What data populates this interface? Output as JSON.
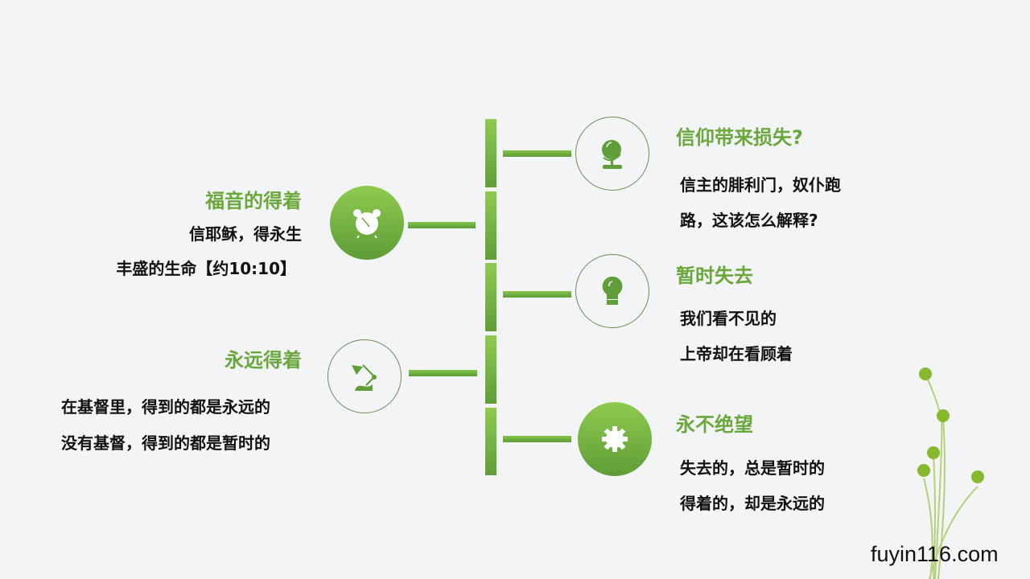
{
  "left": [
    {
      "title": "福音的得着",
      "lines": [
        "信耶稣，得永生",
        "丰盛的生命【约10:10】"
      ],
      "icon": "alarm-clock-icon"
    },
    {
      "title": "永远得着",
      "lines": [
        "在基督里，得到的都是永远的",
        "没有基督，得到的都是暂时的"
      ],
      "icon": "desk-lamp-icon"
    }
  ],
  "right": [
    {
      "title": "信仰带来损失?",
      "lines": [
        "信主的腓利门，奴仆跑",
        "路，这该怎么解释?"
      ],
      "icon": "globe-icon"
    },
    {
      "title": "暂时失去",
      "lines": [
        "我们看不见的",
        "上帝却在看顾着"
      ],
      "icon": "lightbulb-icon"
    },
    {
      "title": "永不绝望",
      "lines": [
        "失去的，总是暂时的",
        "得着的，却是永远的"
      ],
      "icon": "gear-icon"
    }
  ],
  "watermark": "fuyin116.com",
  "colors": {
    "accent": "#6aa83c",
    "text": "#111111"
  }
}
